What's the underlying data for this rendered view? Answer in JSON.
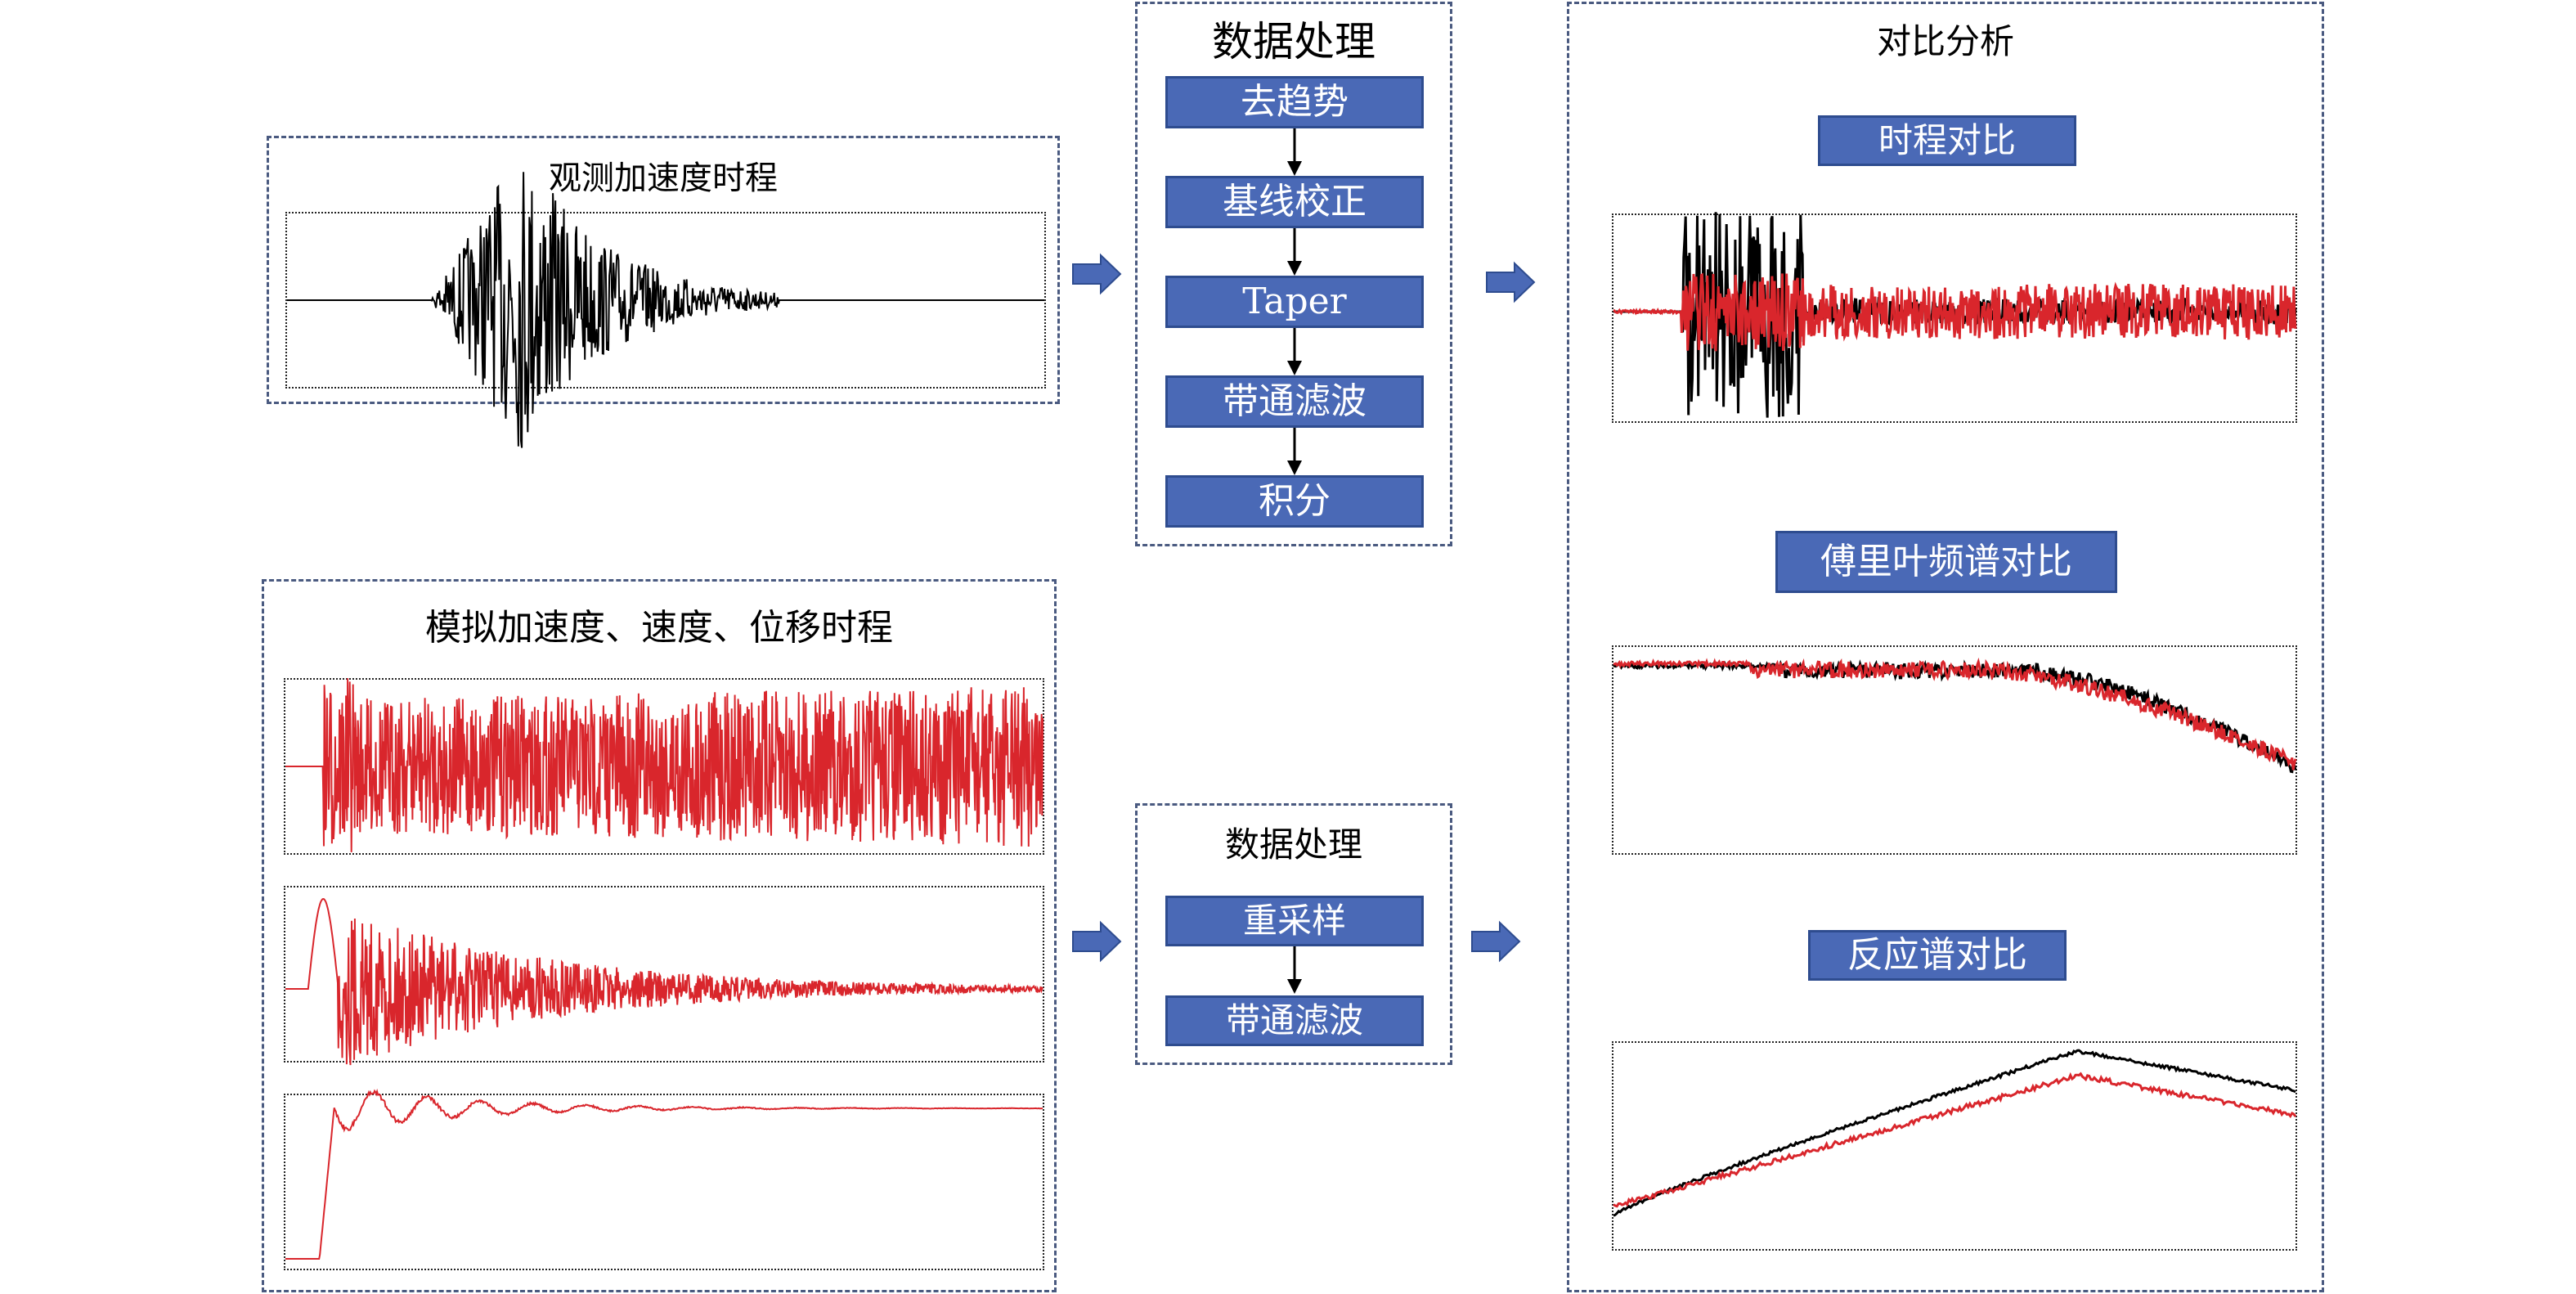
{
  "colors": {
    "panel_border": "#4a5a80",
    "step_fill": "#4a69b6",
    "step_text": "#ffffff",
    "observed": "#000000",
    "simulated": "#d9262c",
    "arrow": "#4a69b6"
  },
  "observed": {
    "title": "观测加速度时程"
  },
  "simulated": {
    "title": "模拟加速度、速度、位移时程"
  },
  "proc_top": {
    "title": "数据处理",
    "steps": [
      "去趋势",
      "基线校正",
      "Taper",
      "带通滤波",
      "积分"
    ]
  },
  "proc_bottom": {
    "title": "数据处理",
    "steps": [
      "重采样",
      "带通滤波"
    ]
  },
  "compare": {
    "title": "对比分析",
    "time_label": "时程对比",
    "fourier_label": "傅里叶频谱对比",
    "response_label": "反应谱对比"
  },
  "icons": {
    "flow_arrow": "right-block-arrow-icon",
    "step_arrow": "down-arrow-icon"
  }
}
